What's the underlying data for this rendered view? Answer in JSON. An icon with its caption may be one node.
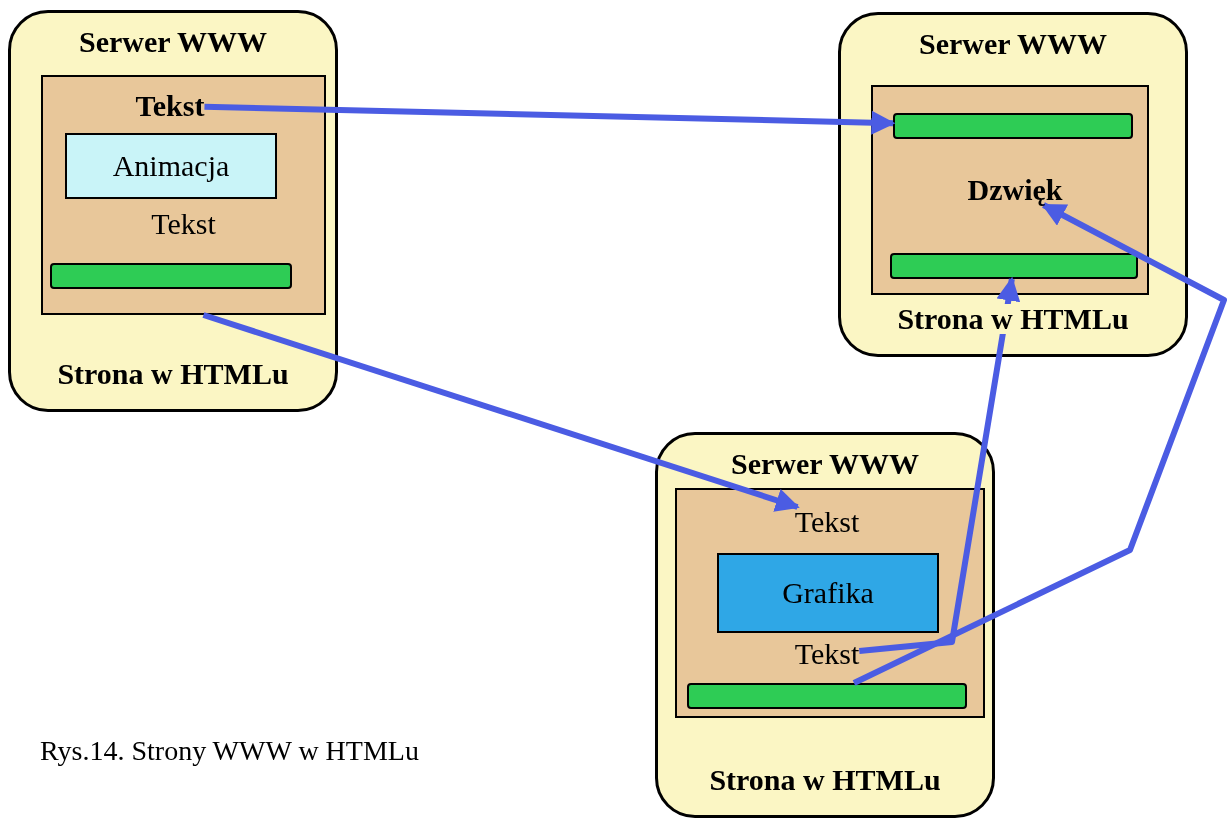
{
  "diagram": {
    "caption": "Rys.14. Strony WWW w HTMLu",
    "nodes": [
      {
        "text": [
          "Serwer WWW",
          "Strona w HTMLu"
        ]
      },
      {
        "text": [
          "Tekst"
        ],
        "in": 0
      },
      {
        "text": [
          "Tekst"
        ],
        "in": 1
      },
      {
        "text": [
          "Animacja"
        ],
        "in": 1
      },
      {
        "text": [],
        "shape": "bar",
        "in": 1
      },
      {
        "text": [
          "Serwer WWW",
          "Strona w HTMLu"
        ]
      },
      {
        "text": [],
        "shape": "box",
        "in": 5
      },
      {
        "text": [],
        "shape": "bar",
        "in": 6
      },
      {
        "text": [
          "Dzwięk"
        ],
        "in": 6
      },
      {
        "text": [],
        "shape": "bar",
        "in": 6
      },
      {
        "text": [
          "Serwer WWW",
          "Strona w HTMLu"
        ]
      },
      {
        "text": [],
        "shape": "box",
        "in": 10
      },
      {
        "text": [
          "Tekst"
        ],
        "in": 11
      },
      {
        "text": [
          "Grafika"
        ],
        "in": 11
      },
      {
        "text": [
          "Tekst"
        ],
        "in": 11
      },
      {
        "text": [],
        "shape": "bar",
        "in": 11
      }
    ],
    "edges": [
      {
        "from": 2,
        "to": 7,
        "arrow": "to"
      },
      {
        "from": 1,
        "to": 12,
        "arrow": "to"
      },
      {
        "from": 14,
        "to": 9,
        "arrow": "to"
      },
      {
        "from": 15,
        "to": 8,
        "arrow": "to"
      }
    ]
  }
}
